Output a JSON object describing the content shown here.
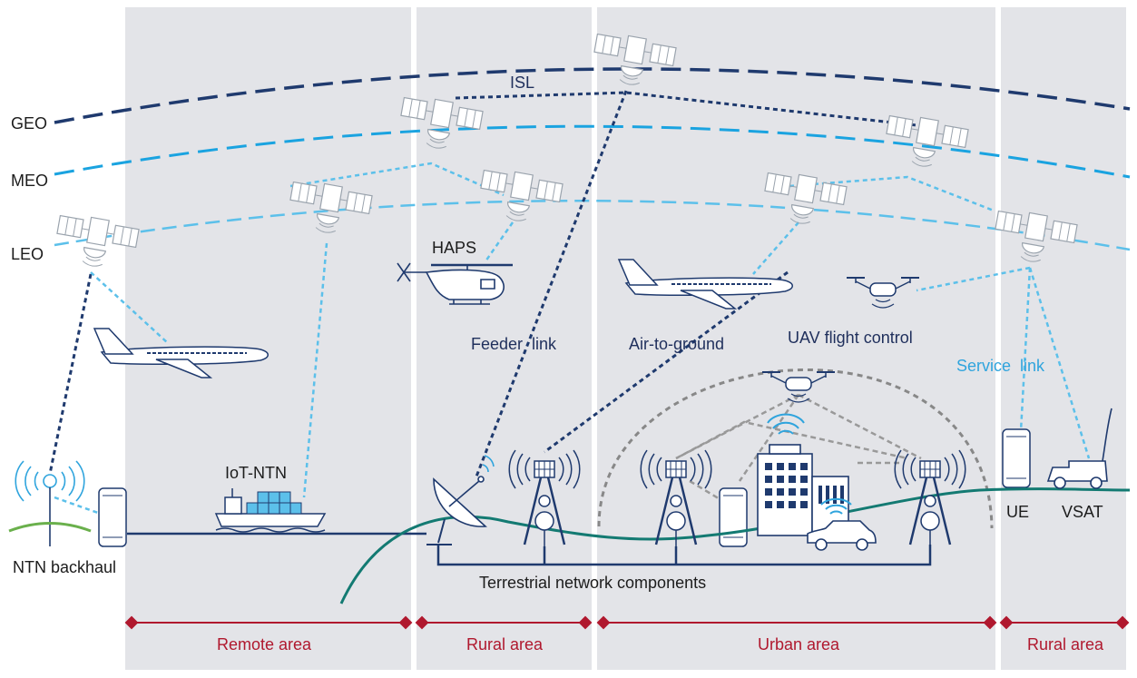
{
  "orbits": {
    "geo": "GEO",
    "meo": "MEO",
    "leo": "LEO"
  },
  "links": {
    "isl": "ISL",
    "feeder": "Feeder  link",
    "air_to_ground": "Air-to-ground",
    "uav_flight_control": "UAV flight control",
    "service": "Service  link"
  },
  "platforms": {
    "haps": "HAPS",
    "iot_ntn": "IoT-NTN",
    "ntn_backhaul": "NTN backhaul",
    "ue": "UE",
    "vsat": "VSAT",
    "terrestrial": "Terrestrial network components"
  },
  "areas": [
    "Remote area",
    "Rural area",
    "Urban area",
    "Rural area"
  ],
  "colors": {
    "geo_orbit": "#1f3a6e",
    "meo_orbit": "#1aa3e0",
    "leo_orbit": "#5cc0ea",
    "link_dark": "#1f3a6e",
    "link_light": "#5cc0ea",
    "area_marker": "#b0182e",
    "panel": "#e3e4e8",
    "terrain": "#137a72",
    "ground_line": "#1f3a6e"
  }
}
